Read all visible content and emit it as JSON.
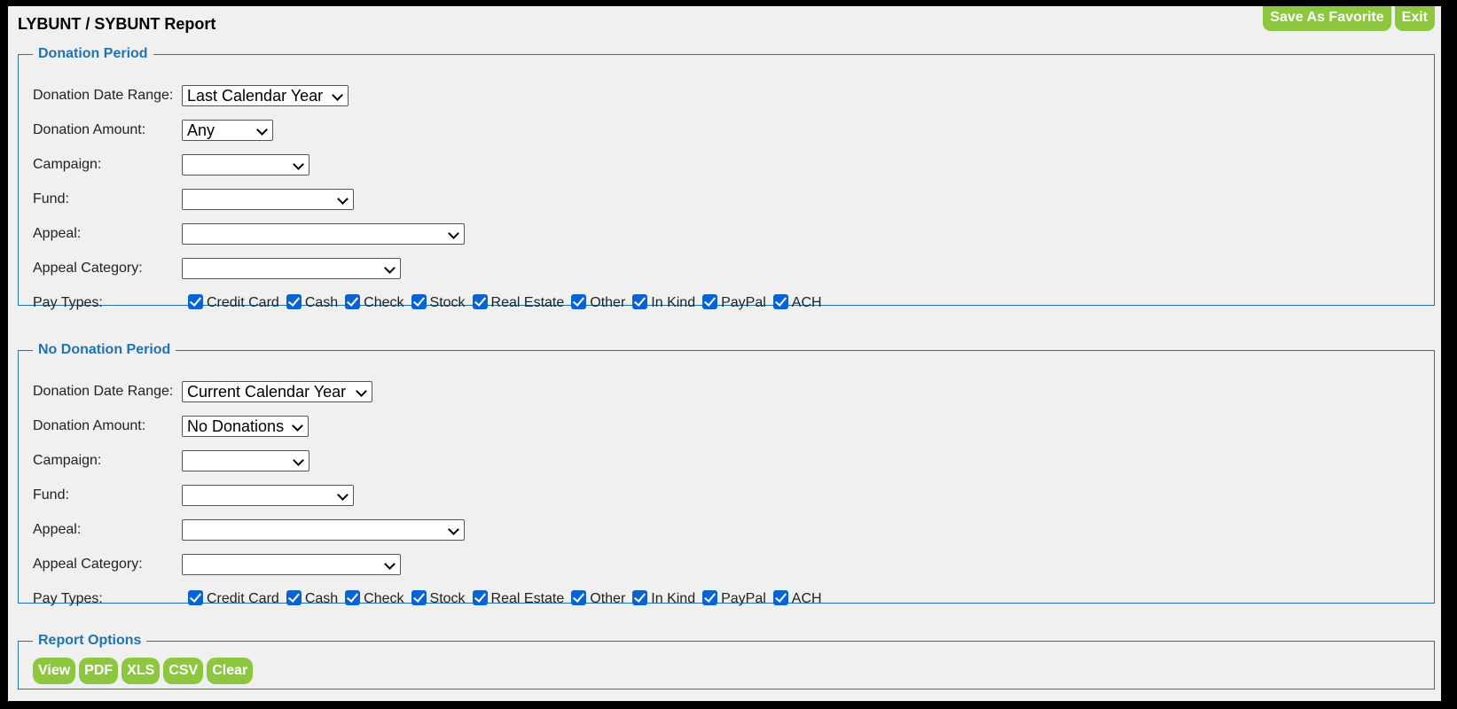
{
  "title": "LYBUNT / SYBUNT Report",
  "toolbar": {
    "favorite_label": "Save As Favorite",
    "exit_label": "Exit"
  },
  "donation_period": {
    "legend": "Donation Period",
    "labels": {
      "date_range": "Donation Date Range:",
      "amount": "Donation Amount:",
      "campaign": "Campaign:",
      "fund": "Fund:",
      "appeal": "Appeal:",
      "appeal_category": "Appeal Category:",
      "pay_types": "Pay Types:"
    },
    "values": {
      "date_range": "Last Calendar Year",
      "amount": "Any",
      "campaign": "",
      "fund": "",
      "appeal": "",
      "appeal_category": ""
    },
    "pay_types": [
      "Credit Card",
      "Cash",
      "Check",
      "Stock",
      "Real Estate",
      "Other",
      "In Kind",
      "PayPal",
      "ACH"
    ]
  },
  "no_donation_period": {
    "legend": "No Donation Period",
    "labels": {
      "date_range": "Donation Date Range:",
      "amount": "Donation Amount:",
      "campaign": "Campaign:",
      "fund": "Fund:",
      "appeal": "Appeal:",
      "appeal_category": "Appeal Category:",
      "pay_types": "Pay Types:"
    },
    "values": {
      "date_range": "Current Calendar Year",
      "amount": "No Donations",
      "campaign": "",
      "fund": "",
      "appeal": "",
      "appeal_category": ""
    },
    "pay_types": [
      "Credit Card",
      "Cash",
      "Check",
      "Stock",
      "Real Estate",
      "Other",
      "In Kind",
      "PayPal",
      "ACH"
    ]
  },
  "report_options": {
    "legend": "Report Options",
    "buttons": [
      "View",
      "PDF",
      "XLS",
      "CSV",
      "Clear"
    ]
  },
  "colors": {
    "accent": "#8dc63f",
    "legend": "#1f73b0",
    "checkbox": "#0a63d3"
  }
}
